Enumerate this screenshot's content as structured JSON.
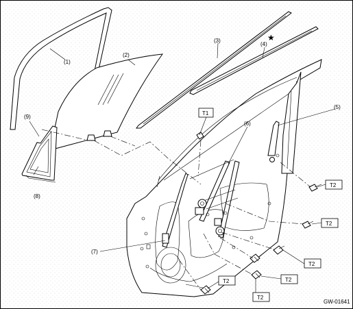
{
  "part_labels": {
    "p1": "(1)",
    "p2": "(2)",
    "p3": "(3)",
    "p4": "(4)",
    "p5": "(5)",
    "p6": "(6)",
    "p7": "(7)",
    "p8": "(8)",
    "p9": "(9)"
  },
  "torque_labels": {
    "t1": "T1",
    "t2": "T2"
  },
  "star_symbol": "★",
  "figure_code": "GW-01641"
}
